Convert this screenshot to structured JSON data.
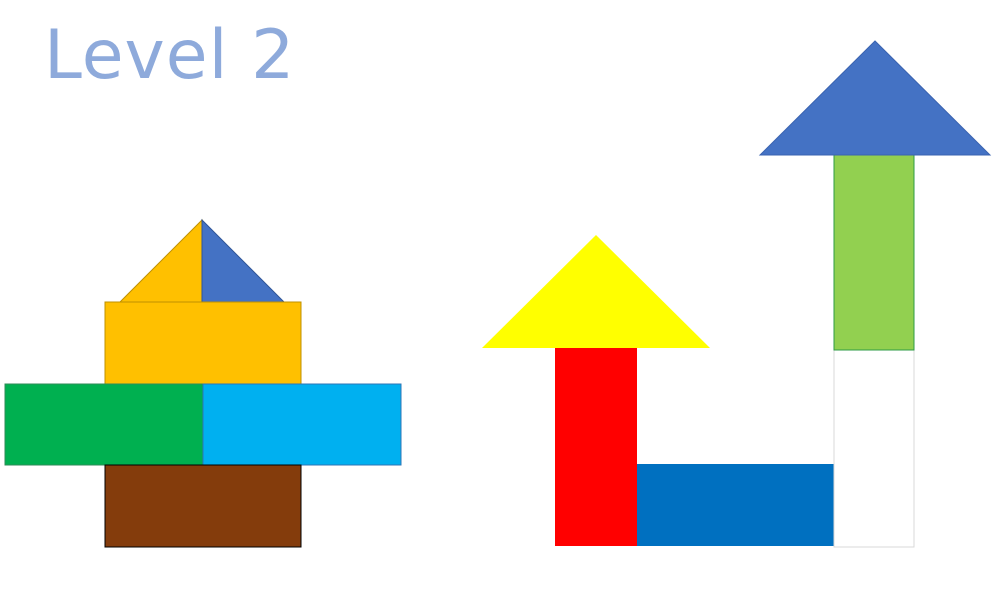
{
  "level": {
    "title": "Level 2"
  },
  "colors": {
    "title": "#8eaadb",
    "orange": "#ffc000",
    "blue": "#4472c4",
    "green": "#00b050",
    "light_blue": "#00b0f0",
    "brown": "#843c0c",
    "yellow": "#ffff00",
    "red": "#ff0000",
    "dark_blue": "#0070c0",
    "lime": "#92d050",
    "empty_slot": "#ffffff"
  },
  "shapes": {
    "left_figure": [
      "orange-triangle-half",
      "blue-triangle-half",
      "orange-rectangle",
      "green-rectangle",
      "light-blue-rectangle",
      "brown-rectangle"
    ],
    "right_figure": [
      "yellow-triangle",
      "red-rectangle",
      "dark-blue-rectangle",
      "white-empty-slot",
      "lime-rectangle",
      "blue-triangle"
    ]
  }
}
